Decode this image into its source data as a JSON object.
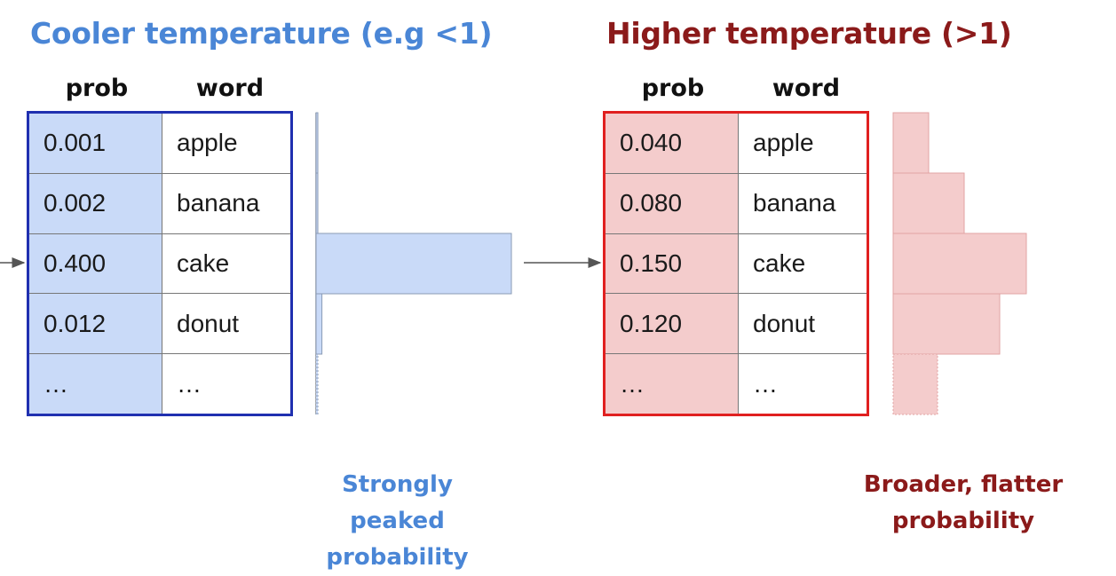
{
  "cool": {
    "title": "Cooler temperature (e.g <1)",
    "title_color": "#4a86d6",
    "border_color": "#2030b0",
    "fill_color": "#c9daf8",
    "headers": {
      "prob": "prob",
      "word": "word"
    },
    "rows": [
      {
        "prob": "0.001",
        "word": "apple"
      },
      {
        "prob": "0.002",
        "word": "banana"
      },
      {
        "prob": "0.400",
        "word": "cake"
      },
      {
        "prob": "0.012",
        "word": "donut"
      },
      {
        "prob": "…",
        "word": "…"
      }
    ],
    "caption_line1": "Strongly peaked",
    "caption_line2": "probability"
  },
  "hot": {
    "title": "Higher temperature (>1)",
    "title_color": "#8b1a1a",
    "border_color": "#e02020",
    "fill_color": "#f4cccc",
    "headers": {
      "prob": "prob",
      "word": "word"
    },
    "rows": [
      {
        "prob": "0.040",
        "word": "apple"
      },
      {
        "prob": "0.080",
        "word": "banana"
      },
      {
        "prob": "0.150",
        "word": "cake"
      },
      {
        "prob": "0.120",
        "word": "donut"
      },
      {
        "prob": "…",
        "word": "…"
      }
    ],
    "caption_line1": "Broader, flatter",
    "caption_line2": "probability"
  },
  "chart_data": [
    {
      "type": "bar",
      "orientation": "horizontal",
      "categories": [
        "apple",
        "banana",
        "cake",
        "donut",
        "…"
      ],
      "values": [
        0.001,
        0.002,
        0.4,
        0.012,
        0.002
      ],
      "title": "",
      "xlabel": "",
      "ylabel": ""
    },
    {
      "type": "bar",
      "orientation": "horizontal",
      "categories": [
        "apple",
        "banana",
        "cake",
        "donut",
        "…"
      ],
      "values": [
        0.04,
        0.08,
        0.15,
        0.12,
        0.05
      ],
      "title": "",
      "xlabel": "",
      "ylabel": ""
    }
  ]
}
